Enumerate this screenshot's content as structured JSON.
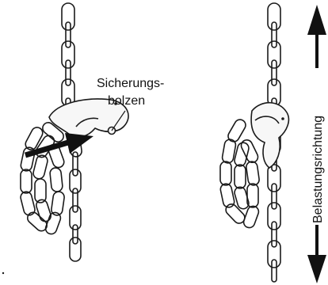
{
  "labels": {
    "safety_bolt_line1": "Sicherungs-",
    "safety_bolt_line2": "bolzen",
    "load_direction": "Belastungsrichtung"
  }
}
